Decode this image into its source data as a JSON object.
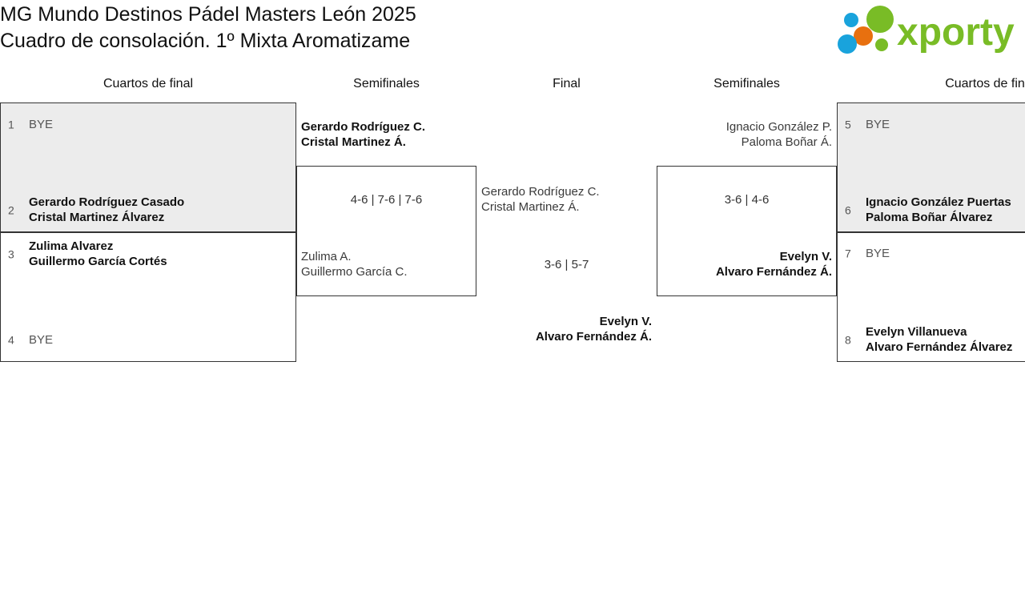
{
  "header": {
    "title_line1": "MG Mundo Destinos Pádel Masters León 2025",
    "title_line2": "Cuadro de consolación. 1º Mixta Aromatizame",
    "logo_text": "xporty",
    "logo_colors": {
      "green": "#79BC26",
      "blue": "#19A3DC",
      "orange": "#E8700F"
    }
  },
  "rounds": {
    "qf_left": "Cuartos de final",
    "sf_left": "Semifinales",
    "final": "Final",
    "sf_right": "Semifinales",
    "qf_right": "Cuartos de fin"
  },
  "bracket": {
    "qf_left": [
      {
        "seed": "1",
        "bye": true,
        "label": "BYE",
        "name1": "",
        "name2": "",
        "winner": false
      },
      {
        "seed": "2",
        "bye": false,
        "label": "",
        "name1": "Gerardo Rodríguez Casado",
        "name2": "Cristal Martinez Álvarez",
        "winner": true
      },
      {
        "seed": "3",
        "bye": false,
        "label": "",
        "name1": "Zulima Alvarez",
        "name2": "Guillermo García Cortés",
        "winner": true
      },
      {
        "seed": "4",
        "bye": true,
        "label": "BYE",
        "name1": "",
        "name2": "",
        "winner": false
      }
    ],
    "sf_left": {
      "top": {
        "name1": "Gerardo Rodríguez C.",
        "name2": "Cristal Martinez Á.",
        "winner": true
      },
      "bottom": {
        "name1": "Zulima A.",
        "name2": "Guillermo García C.",
        "winner": false
      },
      "score": "4-6 | 7-6 | 7-6"
    },
    "final": {
      "top": {
        "name1": "Gerardo Rodríguez C.",
        "name2": "Cristal Martinez Á.",
        "winner": false
      },
      "bottom": {
        "name1": "Evelyn V.",
        "name2": "Alvaro Fernández Á.",
        "winner": true
      },
      "score": "3-6 | 5-7"
    },
    "sf_right": {
      "top": {
        "name1": "Ignacio González P.",
        "name2": "Paloma Boñar Á.",
        "winner": false
      },
      "bottom": {
        "name1": "Evelyn V.",
        "name2": "Alvaro Fernández Á.",
        "winner": true
      },
      "score": "3-6 | 4-6"
    },
    "qf_right": [
      {
        "seed": "5",
        "bye": true,
        "label": "BYE",
        "name1": "",
        "name2": "",
        "winner": false
      },
      {
        "seed": "6",
        "bye": false,
        "label": "",
        "name1": "Ignacio González Puertas",
        "name2": "Paloma Boñar Álvarez",
        "winner": true
      },
      {
        "seed": "7",
        "bye": true,
        "label": "BYE",
        "name1": "",
        "name2": "",
        "winner": false
      },
      {
        "seed": "8",
        "bye": false,
        "label": "",
        "name1": "Evelyn Villanueva",
        "name2": "Alvaro Fernández Álvarez",
        "winner": true
      }
    ]
  }
}
